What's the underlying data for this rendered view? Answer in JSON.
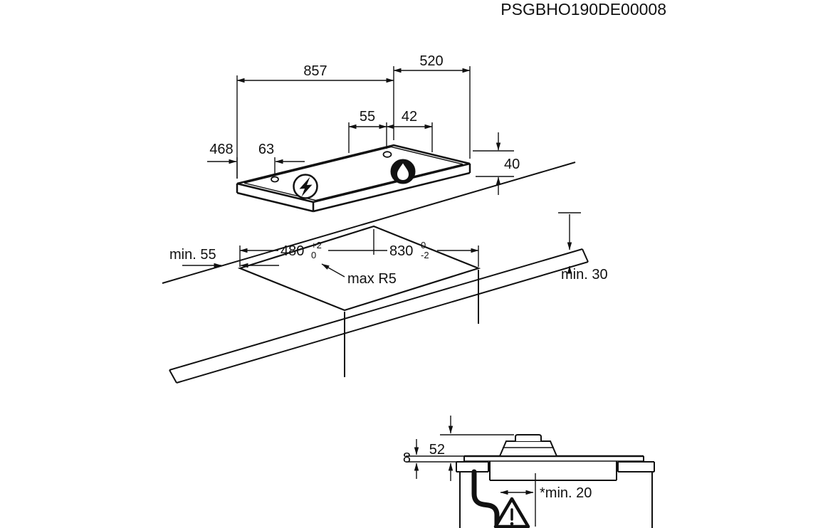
{
  "title": "PSGBHO190DE00008",
  "colors": {
    "line": "#111111",
    "background": "#ffffff"
  },
  "hob_view": {
    "dim_857": "857",
    "dim_520": "520",
    "dim_55": "55",
    "dim_42": "42",
    "dim_468": "468",
    "dim_63": "63",
    "dim_40": "40"
  },
  "cutout_view": {
    "min_55": "min. 55",
    "dim_480": "480",
    "tol_480_top": "+2",
    "tol_480_bottom": "0",
    "dim_830": "830",
    "tol_830_top": "0",
    "tol_830_bottom": "-2",
    "max_r5": "max R5",
    "min_30": "min. 30"
  },
  "section_view": {
    "dim_8": "8",
    "dim_52": "52",
    "min_20": "*min. 20"
  },
  "icons": {
    "electric": "lightning-icon",
    "gas": "flame-icon",
    "warning": "warning-triangle-icon"
  }
}
